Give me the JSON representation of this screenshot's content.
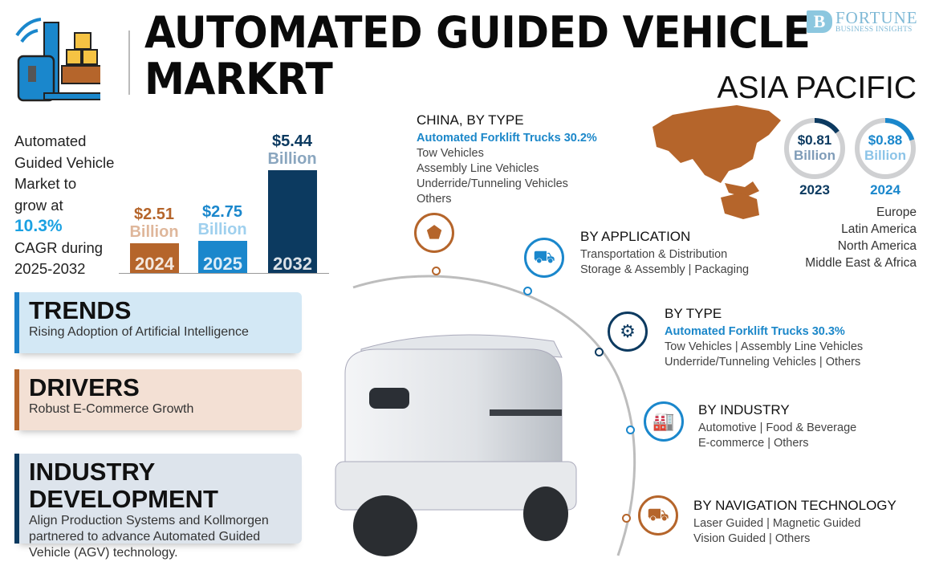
{
  "header": {
    "title_line1": "AUTOMATED GUIDED VEHICLE",
    "title_line2": "MARKRT",
    "logo_name": "FORTUNE",
    "logo_sub": "BUSINESS INSIGHTS",
    "logo_icon": "fb-logo-icon",
    "hero_icon": "agv-forklift-icon"
  },
  "intro": {
    "line1": "Automated",
    "line2": "Guided Vehicle",
    "line3": "Market to",
    "line4": "grow at",
    "cagr": "10.3%",
    "line5": "CAGR during",
    "line6": "2025-2032"
  },
  "chart_data": {
    "type": "bar",
    "categories": [
      "2024",
      "2025",
      "2032"
    ],
    "values": [
      2.51,
      2.75,
      5.44
    ],
    "value_labels": [
      "$2.51",
      "$2.75",
      "$5.44"
    ],
    "unit_label": "Billion",
    "colors": [
      "#b5652b",
      "#1a87cc",
      "#0c3a60"
    ]
  },
  "cards": [
    {
      "title": "TRENDS",
      "text": "Rising Adoption of Artificial Intelligence",
      "color": "#1a7fc8",
      "bg": "#d3e8f5"
    },
    {
      "title": "DRIVERS",
      "text": "Robust E-Commerce Growth",
      "color": "#b5652b",
      "bg": "#f3e0d4"
    },
    {
      "title": "INDUSTRY DEVELOPMENT",
      "text": "Align Production Systems and Kollmorgen partnered to advance Automated Guided Vehicle (AGV) technology.",
      "color": "#0c3a60",
      "bg": "#dde4ec"
    }
  ],
  "china": {
    "title": "CHINA, BY TYPE",
    "highlight": "Automated Forklift Trucks 30.2%",
    "items": [
      "Tow Vehicles",
      "Assembly Line Vehicles",
      "Underride/Tunneling Vehicles",
      "Others"
    ],
    "icon": "china-map-icon"
  },
  "segments": [
    {
      "title": "BY APPLICATION",
      "lines": [
        "Transportation & Distribution",
        "Storage & Assembly  |  Packaging"
      ],
      "icon": "agv-cart-icon"
    },
    {
      "title": "BY TYPE",
      "highlight": "Automated Forklift Trucks 30.3%",
      "lines": [
        "Tow Vehicles  |  Assembly Line Vehicles",
        "Underride/Tunneling Vehicles  |  Others"
      ],
      "icon": "robot-arm-vehicle-icon"
    },
    {
      "title": "BY INDUSTRY",
      "lines": [
        "Automotive  |  Food & Beverage",
        "E-commerce  |  Others"
      ],
      "icon": "factory-icon"
    },
    {
      "title": "BY NAVIGATION TECHNOLOGY",
      "lines": [
        "Laser Guided  |  Magnetic Guided",
        "Vision Guided  |  Others"
      ],
      "icon": "wireless-vehicle-icon"
    }
  ],
  "region": {
    "title": "ASIA PACIFIC",
    "values": [
      {
        "value": "$0.81",
        "unit": "Billion",
        "year": "2023",
        "ring_fill": 0.15,
        "color": "#0c3a60"
      },
      {
        "value": "$0.88",
        "unit": "Billion",
        "year": "2024",
        "ring_fill": 0.2,
        "color": "#1a87cc"
      }
    ],
    "others": [
      "Europe",
      "Latin America",
      "North America",
      "Middle East & Africa"
    ]
  }
}
